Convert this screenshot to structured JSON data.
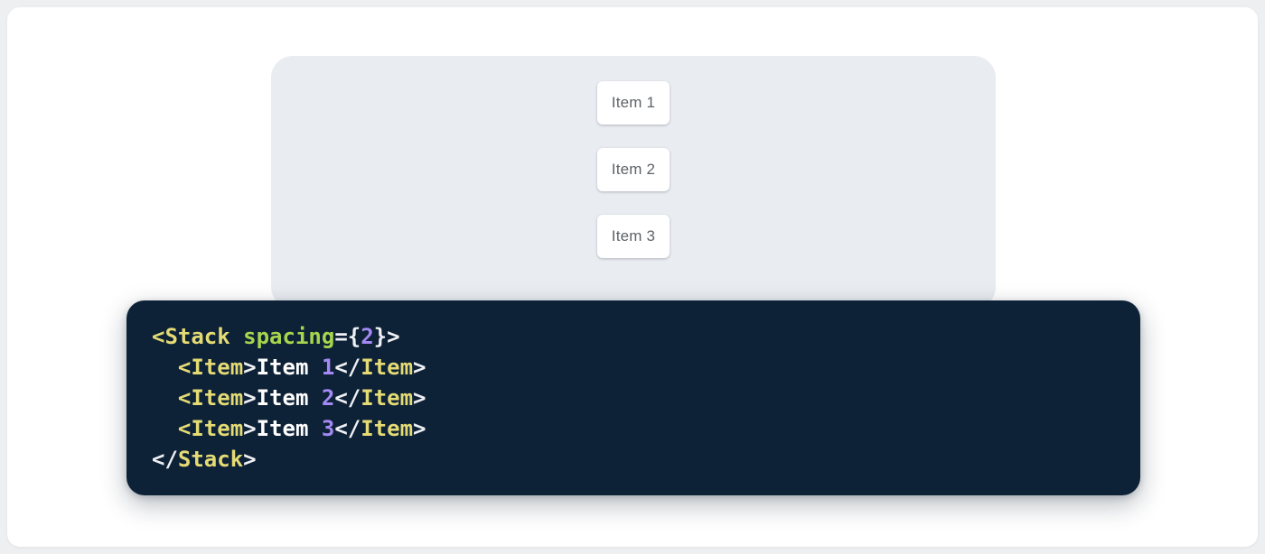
{
  "demo": {
    "items": [
      {
        "label": "Item 1"
      },
      {
        "label": "Item 2"
      },
      {
        "label": "Item 3"
      }
    ]
  },
  "code": {
    "language": "jsx",
    "source": "<Stack spacing={2}>\n  <Item>Item 1</Item>\n  <Item>Item 2</Item>\n  <Item>Item 3</Item>\n</Stack>",
    "lines": [
      [
        {
          "c": "tag",
          "t": "<Stack"
        },
        {
          "c": "plain",
          "t": " "
        },
        {
          "c": "attr",
          "t": "spacing"
        },
        {
          "c": "punct",
          "t": "={"
        },
        {
          "c": "num",
          "t": "2"
        },
        {
          "c": "punct",
          "t": "}>"
        }
      ],
      [
        {
          "c": "plain",
          "t": "  "
        },
        {
          "c": "tag",
          "t": "<Item"
        },
        {
          "c": "punct",
          "t": ">"
        },
        {
          "c": "plain",
          "t": "Item "
        },
        {
          "c": "num",
          "t": "1"
        },
        {
          "c": "punct",
          "t": "</"
        },
        {
          "c": "tag",
          "t": "Item"
        },
        {
          "c": "punct",
          "t": ">"
        }
      ],
      [
        {
          "c": "plain",
          "t": "  "
        },
        {
          "c": "tag",
          "t": "<Item"
        },
        {
          "c": "punct",
          "t": ">"
        },
        {
          "c": "plain",
          "t": "Item "
        },
        {
          "c": "num",
          "t": "2"
        },
        {
          "c": "punct",
          "t": "</"
        },
        {
          "c": "tag",
          "t": "Item"
        },
        {
          "c": "punct",
          "t": ">"
        }
      ],
      [
        {
          "c": "plain",
          "t": "  "
        },
        {
          "c": "tag",
          "t": "<Item"
        },
        {
          "c": "punct",
          "t": ">"
        },
        {
          "c": "plain",
          "t": "Item "
        },
        {
          "c": "num",
          "t": "3"
        },
        {
          "c": "punct",
          "t": "</"
        },
        {
          "c": "tag",
          "t": "Item"
        },
        {
          "c": "punct",
          "t": ">"
        }
      ],
      [
        {
          "c": "punct",
          "t": "</"
        },
        {
          "c": "tag",
          "t": "Stack"
        },
        {
          "c": "punct",
          "t": ">"
        }
      ]
    ]
  },
  "colors": {
    "page_bg": "#edeff1",
    "card_bg": "#ffffff",
    "panel_bg": "#e9ecf1",
    "item_bg": "#ffffff",
    "item_text": "#5f6368",
    "code_bg": "#0d2137",
    "code_plain": "#ffffff",
    "code_punct": "#eff0f4",
    "code_tag": "#e4db74",
    "code_attr": "#a5d64c",
    "code_number": "#a489f4"
  }
}
